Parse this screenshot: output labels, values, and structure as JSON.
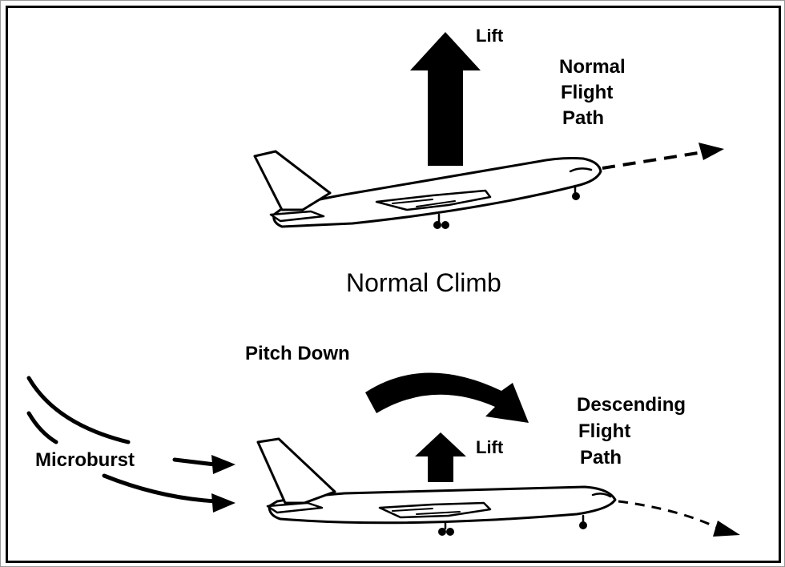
{
  "normal_climb": {
    "lift_label": "Lift",
    "path_label_lines": [
      "Normal",
      "Flight",
      "Path"
    ],
    "caption": "Normal Climb"
  },
  "microburst_scenario": {
    "pitch_label": "Pitch Down",
    "lift_label": "Lift",
    "path_label_lines": [
      "Descending",
      "Flight",
      "Path"
    ],
    "microburst_label": "Microburst"
  },
  "icons": {
    "aircraft": "airliner-side-view-icon",
    "lift_arrow": "up-arrow-icon",
    "pitch_arrow": "curved-down-arrow-icon",
    "wind_arrows": "wind-stream-arrow-icon"
  },
  "colors": {
    "ink": "#000000",
    "background": "#ffffff",
    "outer_border": "#9a9a9a"
  }
}
